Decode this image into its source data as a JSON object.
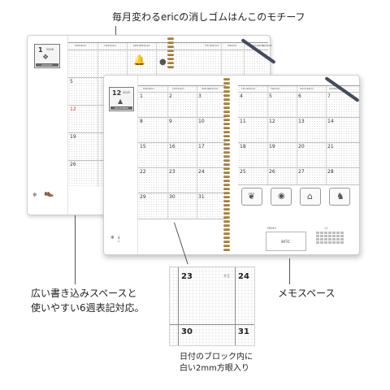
{
  "captions": {
    "top": "毎月変わるericの消しゴムはんこのモチーフ",
    "left_line1": "広い書き込みスペースと",
    "left_line2": "使いやすい6週表記対応。",
    "right": "メモスペース",
    "bottom_line1": "日付のブロック内に",
    "bottom_line2": "白い2mm方眼入り"
  },
  "back_planner": {
    "stamp_month_num": "1",
    "stamp_year": "2026",
    "stamp_month_name": "JANUARY",
    "weekdays": [
      "MONDAY",
      "TUESDAY",
      "WEDNESDAY",
      "THURSDAY",
      "FRIDAY",
      "SATURDAY",
      "SUNDAY"
    ],
    "dates": [
      "5",
      "12",
      "19",
      "26"
    ],
    "highlight_date": "12",
    "highlight_color": "#d0343a"
  },
  "front_planner": {
    "stamp_month_num": "12",
    "stamp_year": "2025",
    "stamp_month_name": "DECEMBER",
    "weekdays_left": [
      "MONDAY",
      "TUESDAY",
      "WEDNESDAY"
    ],
    "weekdays_right": [
      "THURSDAY",
      "FRIDAY",
      "SATURDAY",
      "SUNDAY"
    ],
    "left_rows": [
      [
        "1",
        "2",
        "3"
      ],
      [
        "8",
        "9",
        "10"
      ],
      [
        "15",
        "16",
        "17"
      ],
      [
        "22",
        "23",
        "24"
      ],
      [
        "29",
        "30",
        "31"
      ]
    ],
    "right_rows": [
      [
        "4",
        "5",
        "6",
        "7"
      ],
      [
        "11",
        "12",
        "13",
        "14"
      ],
      [
        "18",
        "19",
        "20",
        "21"
      ],
      [
        "25",
        "26",
        "27",
        "28"
      ]
    ],
    "memo_label": "MEMO",
    "mini_cal_label": "11"
  },
  "zoom": {
    "dates": [
      "23",
      "24",
      "30",
      "31"
    ],
    "small_label": "冬至"
  },
  "colors": {
    "ring": "#b58b45",
    "band": "#444a5e",
    "stamp_band": "#666666"
  }
}
